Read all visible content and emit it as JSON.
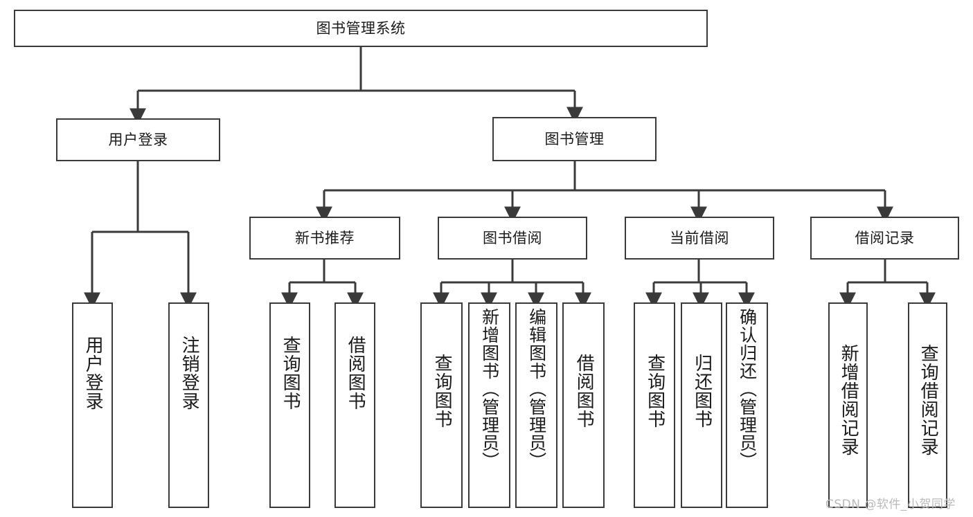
{
  "diagram": {
    "title": "图书管理系统",
    "type": "hierarchy-tree",
    "root": {
      "id": "root",
      "label": "图书管理系统"
    },
    "level2": [
      {
        "id": "user-login",
        "label": "用户登录"
      },
      {
        "id": "book-manage",
        "label": "图书管理"
      }
    ],
    "level3": [
      {
        "id": "new-book-recommend",
        "label": "新书推荐"
      },
      {
        "id": "book-borrow",
        "label": "图书借阅"
      },
      {
        "id": "current-borrow",
        "label": "当前借阅"
      },
      {
        "id": "borrow-record",
        "label": "借阅记录"
      }
    ],
    "leaves": {
      "user_login": [
        {
          "id": "leaf-user-login",
          "label": "用户登录"
        },
        {
          "id": "leaf-logout-login",
          "label": "注销登录"
        }
      ],
      "new_book_recommend": [
        {
          "id": "leaf-query-book-1",
          "label": "查询图书"
        },
        {
          "id": "leaf-borrow-book-1",
          "label": "借阅图书"
        }
      ],
      "book_borrow": [
        {
          "id": "leaf-query-book-2",
          "label": "查询图书"
        },
        {
          "id": "leaf-add-book",
          "label": "新增图书（管理员）"
        },
        {
          "id": "leaf-edit-book",
          "label": "编辑图书（管理员）"
        },
        {
          "id": "leaf-borrow-book-2",
          "label": "借阅图书"
        }
      ],
      "current_borrow": [
        {
          "id": "leaf-query-book-3",
          "label": "查询图书"
        },
        {
          "id": "leaf-return-book",
          "label": "归还图书"
        },
        {
          "id": "leaf-confirm-return",
          "label": "确认归还（管理员）"
        }
      ],
      "borrow_record": [
        {
          "id": "leaf-add-record",
          "label": "新增借阅记录"
        },
        {
          "id": "leaf-query-record",
          "label": "查询借阅记录"
        }
      ]
    },
    "colors": {
      "stroke": "#3a3a3a",
      "background": "#ffffff",
      "text": "#1a1a1a",
      "watermark": "#b9b9b9"
    }
  },
  "watermark": {
    "text": "CSDN @软件_小贺同学"
  }
}
